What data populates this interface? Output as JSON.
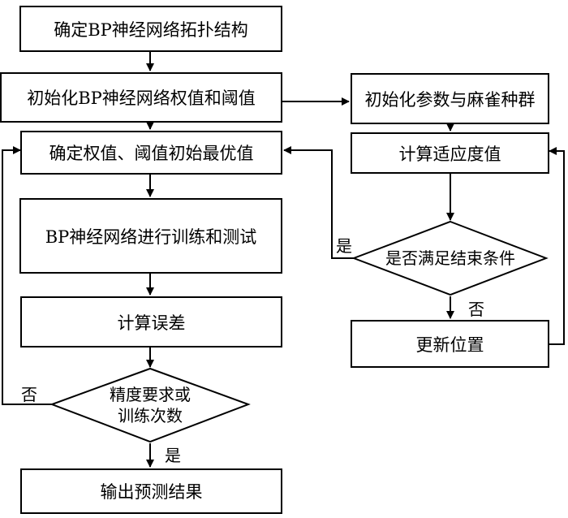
{
  "flowchart": {
    "left": {
      "determine_topology": "确定BP神经网络拓扑结构",
      "init_weights": "初始化BP神经网络权值和阈值",
      "determine_optimal": "确定权值、阈值初始最优值",
      "train_test": "BP神经网络进行训练和测试",
      "compute_error": "计算误差",
      "accuracy_decision_line1": "精度要求或",
      "accuracy_decision_line2": "训练次数",
      "output_result": "输出预测结果"
    },
    "right": {
      "init_params": "初始化参数与麻雀种群",
      "compute_fitness": "计算适应度值",
      "end_decision": "是否满足结束条件",
      "update_position": "更新位置"
    },
    "edge_labels": {
      "yes_end": "是",
      "no_end": "否",
      "no_accuracy": "否",
      "yes_accuracy": "是"
    }
  }
}
